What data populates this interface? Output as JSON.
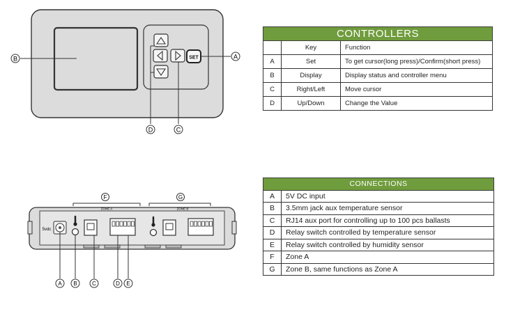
{
  "controllers_table": {
    "title": "CONTROLLERS",
    "columns": [
      "Key",
      "Function"
    ],
    "rows": [
      {
        "id": "A",
        "key": "Set",
        "function": "To get cursor(long press)/Confirm(short press)"
      },
      {
        "id": "B",
        "key": "Display",
        "function": "Display status and controller menu"
      },
      {
        "id": "C",
        "key": "Right/Left",
        "function": "Move cursor"
      },
      {
        "id": "D",
        "key": "Up/Down",
        "function": "Change the Value"
      }
    ]
  },
  "connections_table": {
    "title": "CONNECTIONS",
    "rows": [
      {
        "id": "A",
        "description": "5V DC input"
      },
      {
        "id": "B",
        "description": "3.5mm jack aux temperature sensor"
      },
      {
        "id": "C",
        "description": "RJ14 aux port for controlling up to 100 pcs ballasts"
      },
      {
        "id": "D",
        "description": "Relay switch controlled by temperature sensor"
      },
      {
        "id": "E",
        "description": "Relay switch controlled by humidity sensor"
      },
      {
        "id": "F",
        "description": "Zone A"
      },
      {
        "id": "G",
        "description": "Zone B, same functions as Zone A"
      }
    ]
  },
  "front_panel": {
    "set_button_label": "SET",
    "callouts": [
      "A",
      "B",
      "C",
      "D"
    ]
  },
  "rear_panel": {
    "power_label": "5vdc",
    "zone_a_label": "ZONE A",
    "zone_b_label": "ZONE B",
    "callouts_bottom": [
      "A",
      "B",
      "C",
      "D",
      "E"
    ],
    "callouts_top": [
      "F",
      "G"
    ]
  },
  "colors": {
    "header_green": "#6f9c3c",
    "device_grey": "#dcdcdc",
    "outline": "#333333"
  }
}
